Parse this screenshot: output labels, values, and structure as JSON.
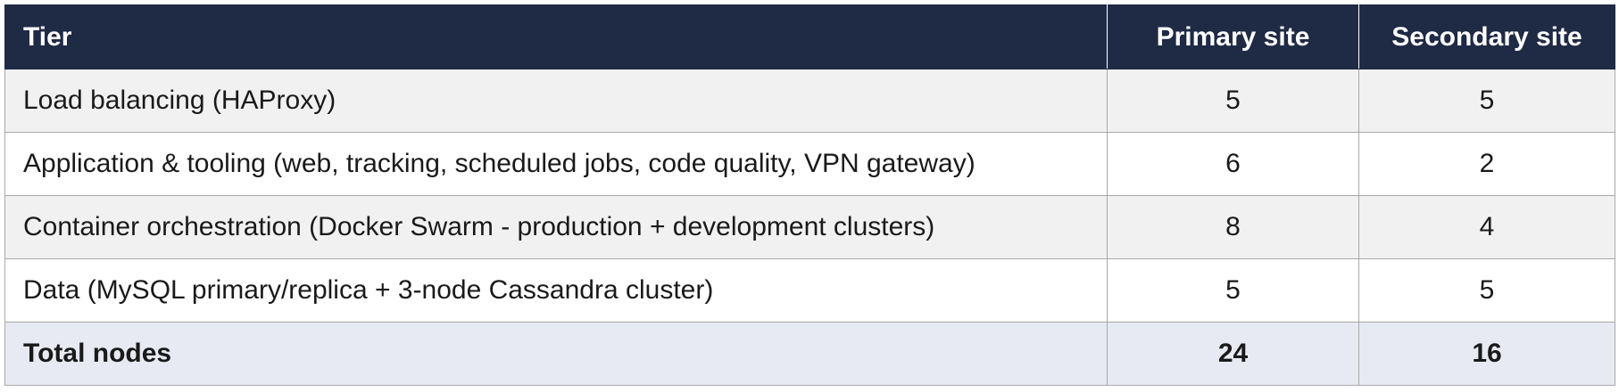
{
  "table": {
    "headers": [
      "Tier",
      "Primary site",
      "Secondary site"
    ],
    "rows": [
      {
        "tier": "Load balancing (HAProxy)",
        "primary": "5",
        "secondary": "5"
      },
      {
        "tier": "Application & tooling (web, tracking, scheduled jobs, code quality, VPN gateway)",
        "primary": "6",
        "secondary": "2"
      },
      {
        "tier": "Container orchestration (Docker Swarm - production + development clusters)",
        "primary": "8",
        "secondary": "4"
      },
      {
        "tier": "Data (MySQL primary/replica + 3-node Cassandra cluster)",
        "primary": "5",
        "secondary": "5"
      }
    ],
    "total": {
      "label": "Total nodes",
      "primary": "24",
      "secondary": "16"
    }
  },
  "colors": {
    "header_bg": "#1f2a45",
    "header_text": "#ffffff",
    "row_alt_bg": "#f1f1f1",
    "total_bg": "#e7eaf3"
  }
}
